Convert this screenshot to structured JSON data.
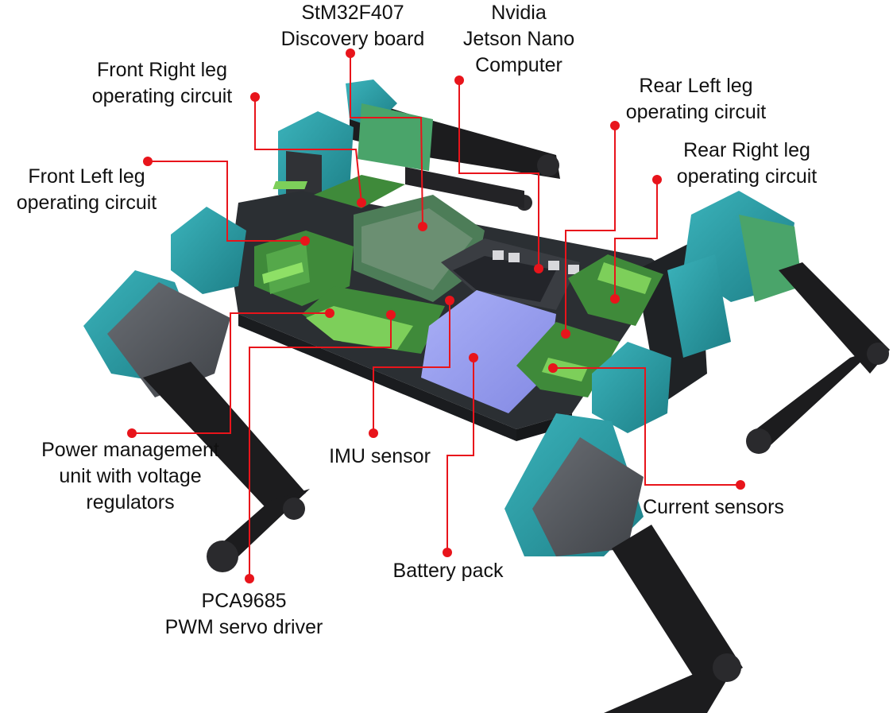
{
  "figure": {
    "labels": {
      "stm32": [
        "StM32F407",
        "Discovery board"
      ],
      "jetson": [
        "Nvidia",
        "Jetson Nano",
        "Computer"
      ],
      "front_right": [
        "Front Right leg",
        "operating circuit"
      ],
      "rear_left": [
        "Rear Left leg",
        "operating circuit"
      ],
      "rear_right": [
        "Rear Right leg",
        "operating circuit"
      ],
      "front_left": [
        "Front Left leg",
        "operating circuit"
      ],
      "power": [
        "Power management",
        "unit with voltage",
        "regulators"
      ],
      "imu": [
        "IMU sensor"
      ],
      "current": [
        "Current sensors"
      ],
      "battery": [
        "Battery pack"
      ],
      "pca": [
        "PCA9685",
        "PWM servo driver"
      ]
    },
    "colors": {
      "leader": "#e8141b",
      "servo_teal": "#2a9aa3",
      "leg_black": "#1c1c1e",
      "frame": "#2b2f33",
      "pcb_green": "#3f8a3a",
      "pcb_light": "#7dcf5a",
      "battery": "#9aa0f0",
      "servo_grey": "#55585d"
    }
  }
}
